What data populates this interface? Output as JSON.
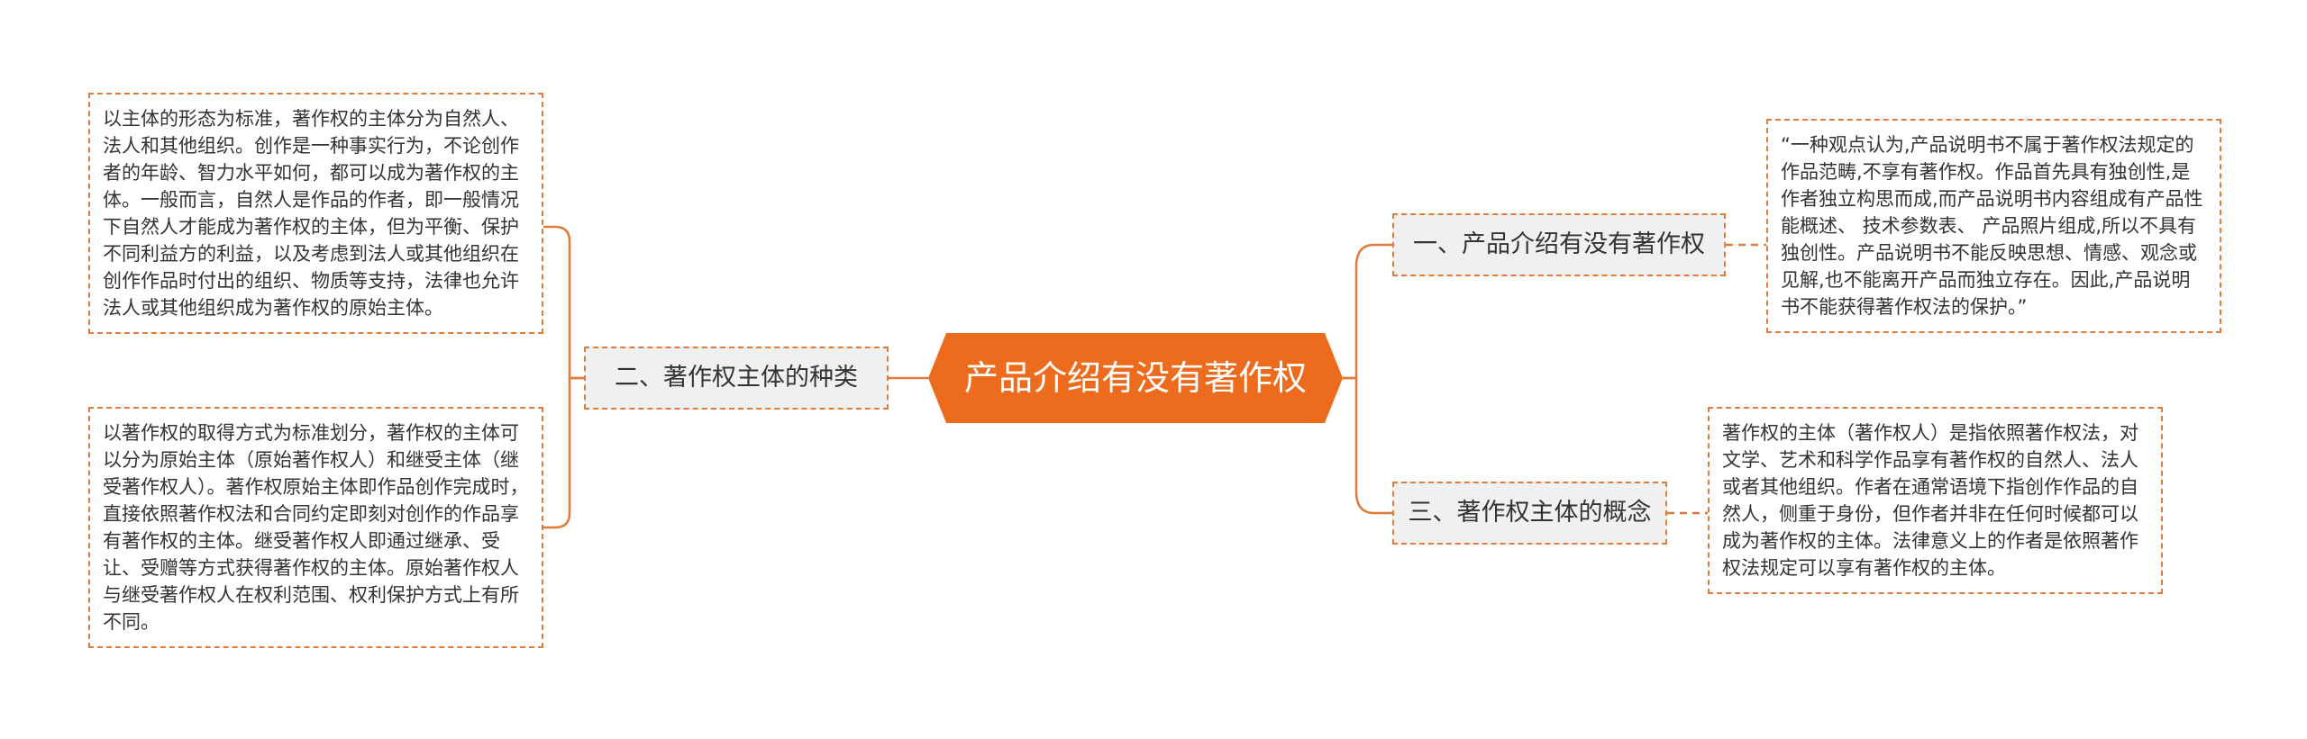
{
  "central": {
    "label": "产品介绍有没有著作权"
  },
  "branches": {
    "b1": {
      "label": "一、产品介绍有没有著作权",
      "leaf": "“一种观点认为,产品说明书不属于著作权法规定的作品范畴,不享有著作权。作品首先具有独创性,是作者独立构思而成,而产品说明书内容组成有产品性能概述、 技术参数表、 产品照片组成,所以不具有独创性。产品说明书不能反映思想、情感、观念或见解,也不能离开产品而独立存在。因此,产品说明书不能获得著作权法的保护。”"
    },
    "b2": {
      "label": "二、著作权主体的种类",
      "leaf_top": "以主体的形态为标准，著作权的主体分为自然人、法人和其他组织。创作是一种事实行为，不论创作者的年龄、智力水平如何，都可以成为著作权的主体。一般而言，自然人是作品的作者，即一般情况下自然人才能成为著作权的主体，但为平衡、保护不同利益方的利益，以及考虑到法人或其他组织在创作作品时付出的组织、物质等支持，法律也允许法人或其他组织成为著作权的原始主体。",
      "leaf_bottom": "以著作权的取得方式为标准划分，著作权的主体可以分为原始主体（原始著作权人）和继受主体（继受著作权人）。著作权原始主体即作品创作完成时，直接依照著作权法和合同约定即刻对创作的作品享有著作权的主体。继受著作权人即通过继承、受让、受赠等方式获得著作权的主体。原始著作权人与继受著作权人在权利范围、权利保护方式上有所不同。"
    },
    "b3": {
      "label": "三、著作权主体的概念",
      "leaf": "著作权的主体（著作权人）是指依照著作权法，对文学、艺术和科学作品享有著作权的自然人、法人或者其他组织。作者在通常语境下指创作作品的自然人，侧重于身份，但作者并非在任何时候都可以成为著作权的主体。法律意义上的作者是依照著作权法规定可以享有著作权的主体。"
    }
  },
  "colors": {
    "accent": "#ec6b1c",
    "connector": "#e07b3d",
    "branch_fill": "#eef0f2",
    "text": "#333333"
  }
}
